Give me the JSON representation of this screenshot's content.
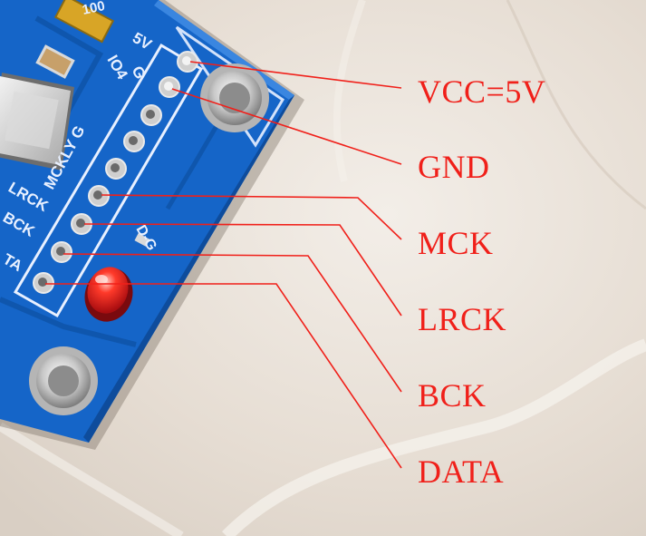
{
  "colors": {
    "background_marble": "#e9e2da",
    "pcb_blue": "#1565c8",
    "silkscreen": "#e8f0ff",
    "callout_red": "#f0201a",
    "led_red": "#e82a2a"
  },
  "pcb_silkscreen": {
    "top_edge": "100",
    "power_pin": "5V",
    "io_pin": "IO4",
    "ground_pin": "G",
    "mck_pin": "MCKLY G",
    "lrck_pin": "LRCK",
    "bck_pin": "BCK",
    "data_pin": "TA",
    "led_side": "D-G"
  },
  "callouts": [
    {
      "id": "vcc",
      "label": "VCC=5V"
    },
    {
      "id": "gnd",
      "label": "GND"
    },
    {
      "id": "mck",
      "label": "MCK"
    },
    {
      "id": "lrck",
      "label": "LRCK"
    },
    {
      "id": "bck",
      "label": "BCK"
    },
    {
      "id": "data",
      "label": "DATA"
    }
  ]
}
